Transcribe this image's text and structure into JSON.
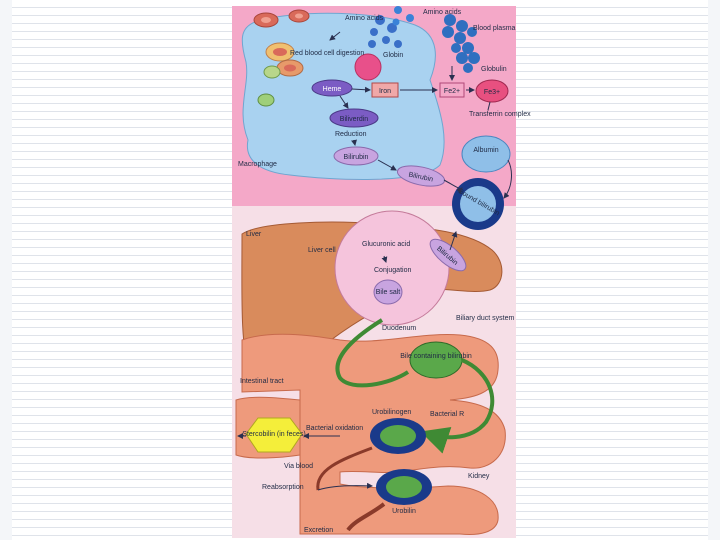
{
  "colors": {
    "top_background": "#f4a8c8",
    "macrophage": "#a9d2f0",
    "liver": "#d98b5c",
    "liver_cell": "#f5c4dc",
    "intestine": "#ee9a7c",
    "pathway": "#4a9a3e",
    "ring_outer": "#1a3a8a",
    "stercobilin": "#f4ee3a"
  },
  "diagram": {
    "amino_acids": "Amino acids",
    "amino_acids_plasma": "Amino acids",
    "blood_plasma": "Blood plasma",
    "rbc_digestion": "Red blood cell digestion",
    "globin": "Globin",
    "globulin": "Globulin",
    "heme": "Heme",
    "iron": "Iron",
    "fe2": "Fe2+",
    "fe3": "Fe3+",
    "transferrin": "Transferrin complex",
    "biliverdin": "Biliverdin",
    "reduction": "Reduction",
    "bilirubin": "Bilirubin",
    "macrophage": "Macrophage",
    "bilirubin_transit": "Bilirubin",
    "albumin": "Albumin",
    "bound_bilirubin": "Bound bilirubin",
    "liver": "Liver",
    "liver_cell": "Liver cell",
    "glucuronic_acid": "Glucuronic acid",
    "conjugation": "Conjugation",
    "bilirubin_liver": "Bilirubin",
    "bile_salt": "Bile salt",
    "duodenum": "Duodenum",
    "biliary_duct": "Biliary duct system",
    "bile_containing": "Bile containing bilirubin",
    "intestinal_tract": "Intestinal tract",
    "stercobilin": "Stercobilin (in feces)",
    "bacterial_oxidation": "Bacterial oxidation",
    "urobilinogen": "Urobilinogen",
    "bacterial_r": "Bacterial R",
    "via_blood": "Via blood",
    "reabsorption": "Reabsorption",
    "kidney": "Kidney",
    "urobilin": "Urobilin",
    "excretion": "Excretion"
  }
}
